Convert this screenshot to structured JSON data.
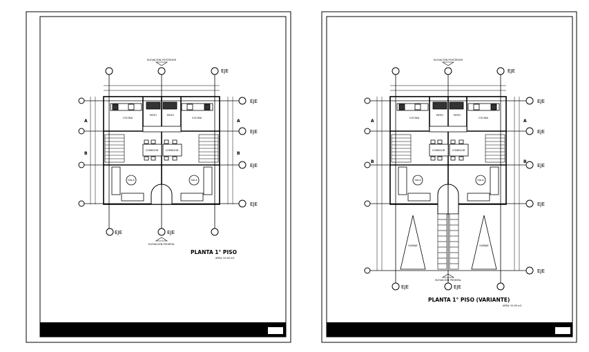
{
  "sheets": [
    {
      "title": "PLANTA 1° PISO",
      "scale_note": "AREA: 54.00 m2",
      "elev_rear": "ELEVACION POSTERIOR",
      "elev_front": "ELEVACION FRONTAL",
      "axis_label": "EJE",
      "rooms": {
        "cocina": "COCINA",
        "patio": "PATIO",
        "comedor": "COMEDOR",
        "sala": "SALA"
      }
    },
    {
      "title": "PLANTA 1° PISO (VARIANTE)",
      "scale_note": "AREA: 54.00 m2",
      "elev_rear": "ELEVACION POSTERIOR",
      "elev_front": "ELEVACION FRONTAL",
      "axis_label": "EJE",
      "rooms": {
        "cocina": "COCINA",
        "patio": "PATIO",
        "comedor": "COMEDOR",
        "sala": "SALA",
        "garaje": "GARAJE"
      }
    }
  ],
  "section_marks": [
    "A",
    "B"
  ]
}
